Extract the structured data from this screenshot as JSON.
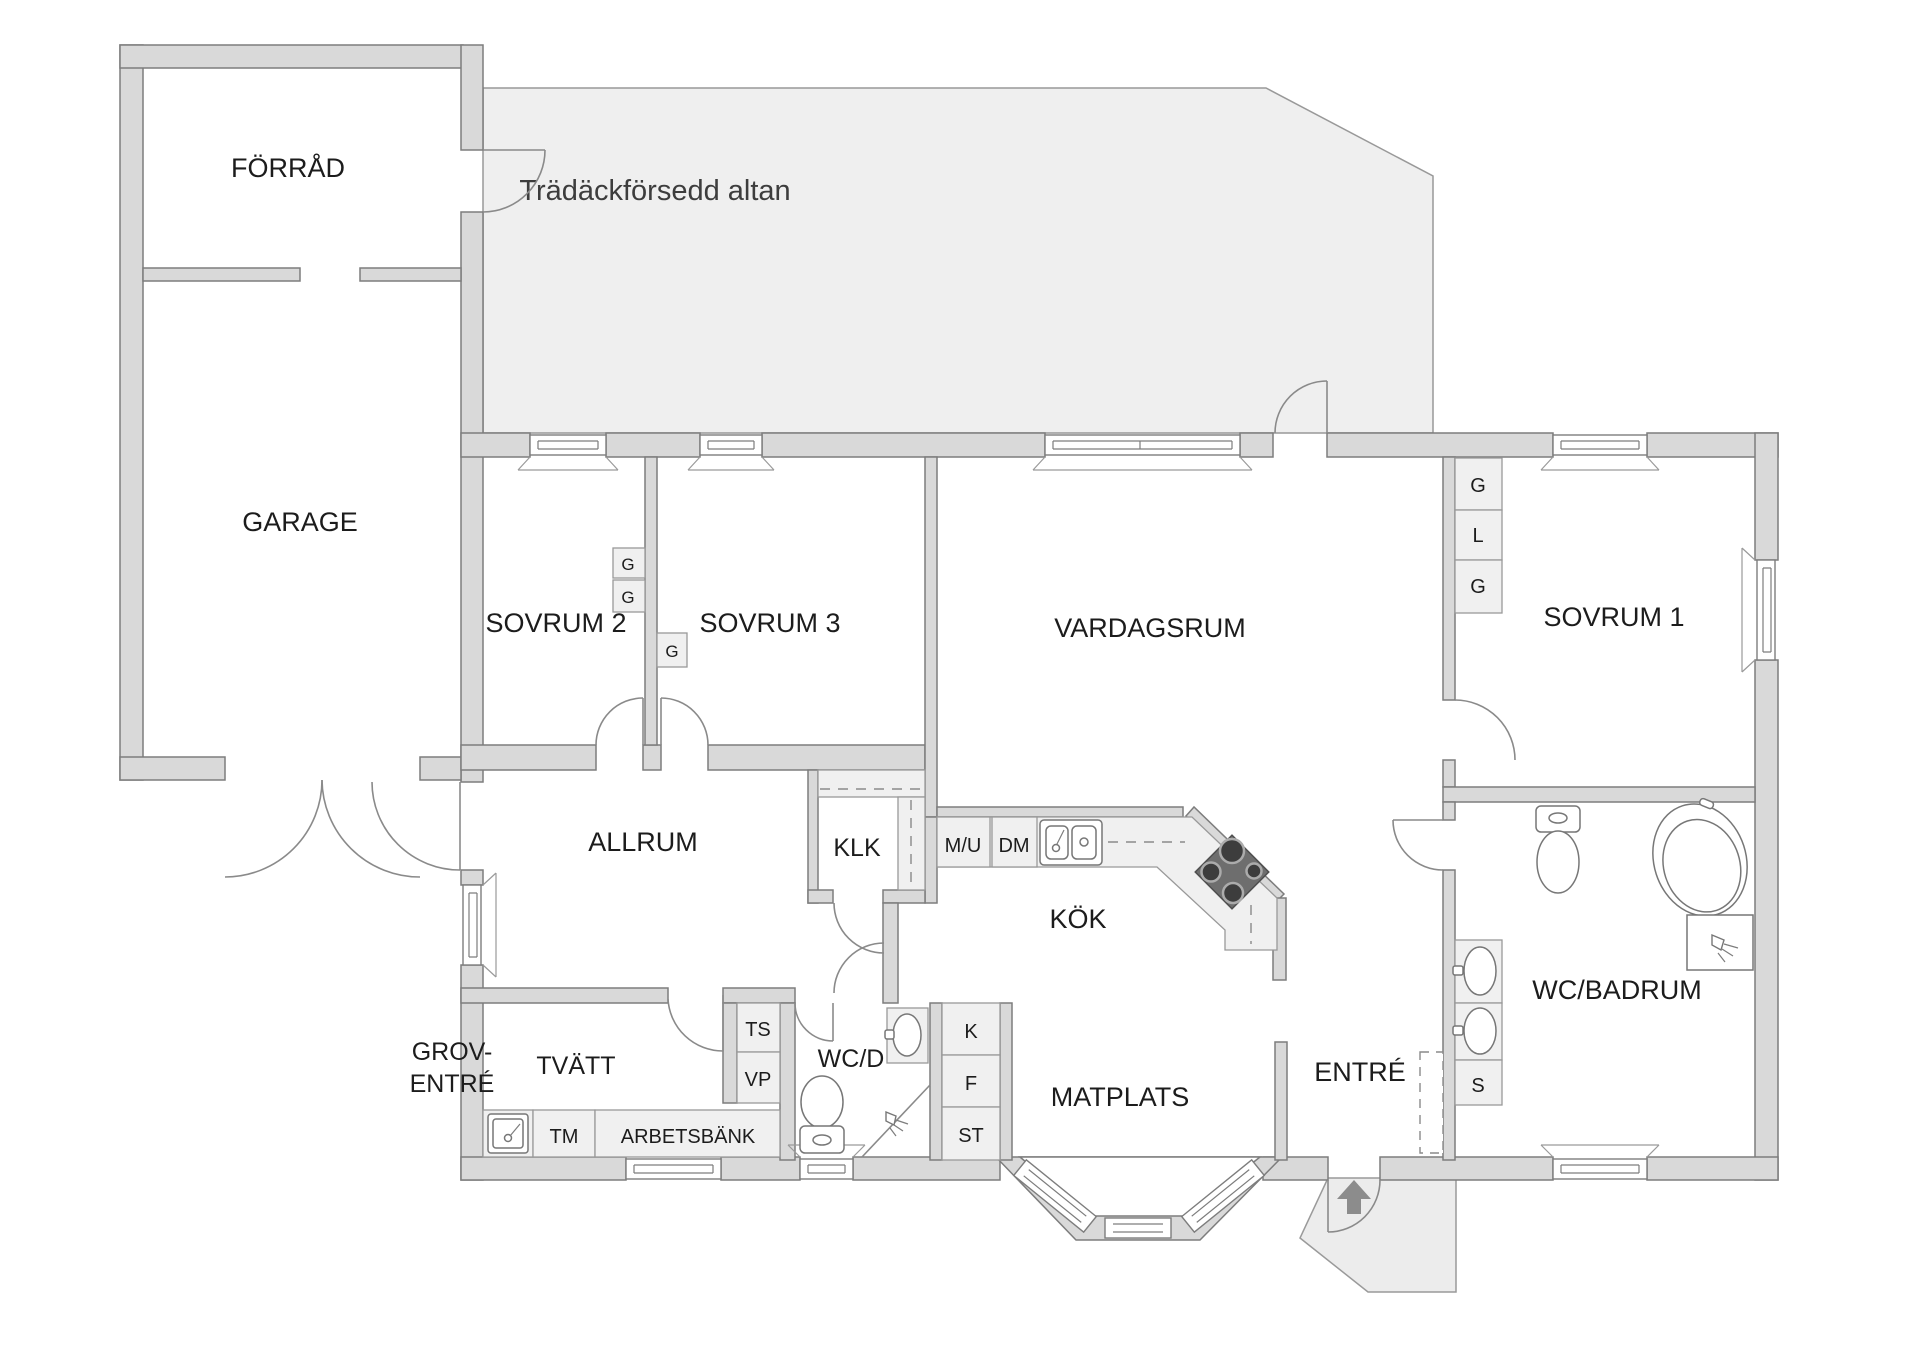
{
  "floorplan": {
    "deck_label": "Trädäckförsedd altan",
    "rooms": {
      "forrad": "FÖRRÅD",
      "garage": "GARAGE",
      "sovrum2": "SOVRUM 2",
      "sovrum3": "SOVRUM 3",
      "vardagsrum": "VARDAGSRUM",
      "sovrum1": "SOVRUM 1",
      "allrum": "ALLRUM",
      "klk": "KLK",
      "kok": "KÖK",
      "matplats": "MATPLATS",
      "entre": "ENTRÉ",
      "wc_badrum": "WC/BADRUM",
      "wc_d": "WC/D",
      "grov_line1": "GROV-",
      "grov_line2": "ENTRÉ",
      "tvatt": "TVÄTT"
    },
    "labels": {
      "mu": "M/U",
      "dm": "DM",
      "ts": "TS",
      "vp": "VP",
      "tm": "TM",
      "arbetsbank": "ARBETSBÄNK",
      "k": "K",
      "f": "F",
      "st": "ST",
      "s": "S"
    },
    "wardrobes": {
      "sovrum2_g1": "G",
      "sovrum2_g2": "G",
      "sovrum3_g": "G",
      "sovrum1_g1": "G",
      "sovrum1_l": "L",
      "sovrum1_g2": "G"
    },
    "colors": {
      "wall": "#d9d9d9",
      "wall_stroke": "#7d7d7d",
      "deck": "#efefef",
      "room": "#ffffff",
      "fixture_box": "#f0f0f0",
      "text": "#1c1c1c",
      "arrow": "#8c8c8c"
    }
  }
}
